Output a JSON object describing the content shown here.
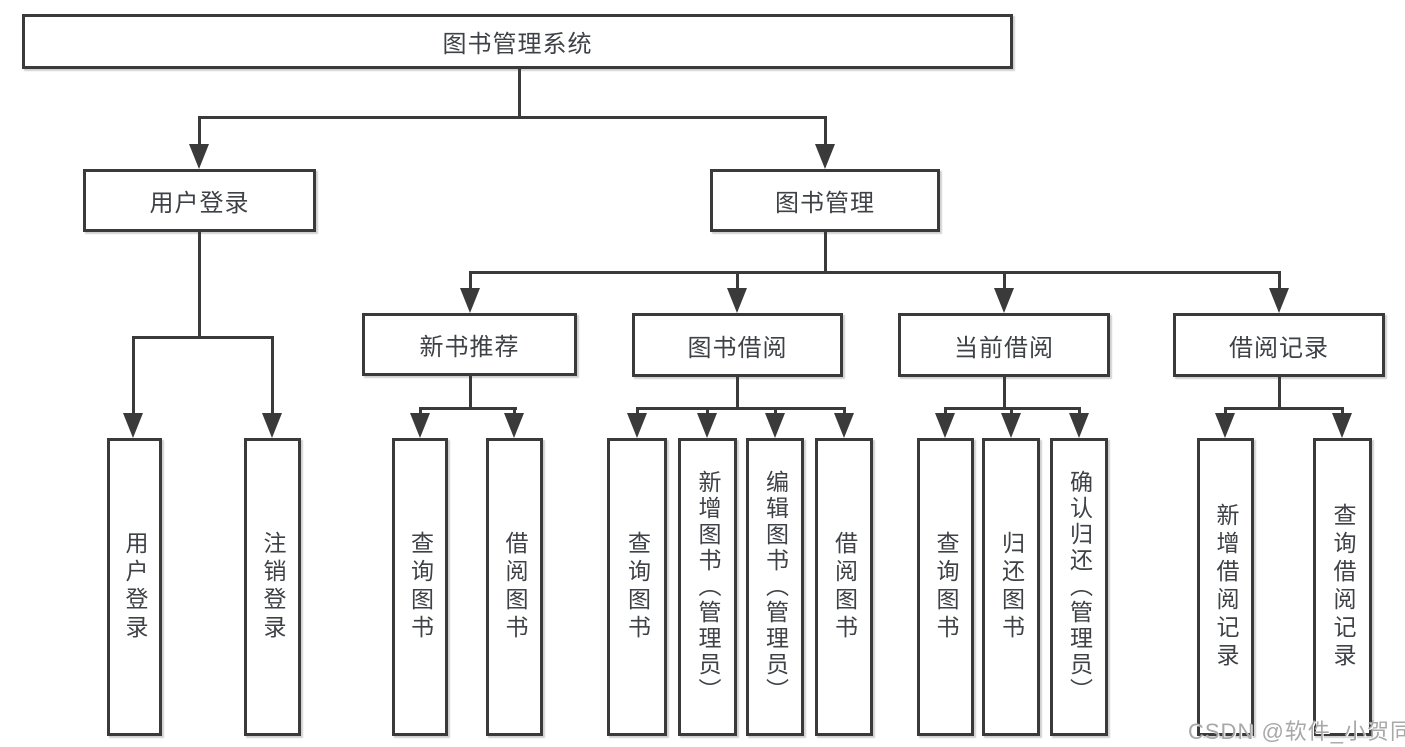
{
  "root": {
    "label": "图书管理系统"
  },
  "level2": [
    {
      "label": "用户登录"
    },
    {
      "label": "图书管理"
    }
  ],
  "level3": [
    {
      "label": "新书推荐"
    },
    {
      "label": "图书借阅"
    },
    {
      "label": "当前借阅"
    },
    {
      "label": "借阅记录"
    }
  ],
  "leaves": [
    {
      "label": "用户登录"
    },
    {
      "label": "注销登录"
    },
    {
      "label": "查询图书"
    },
    {
      "label": "借阅图书"
    },
    {
      "label": "查询图书"
    },
    {
      "label": "新增图书（管理员）"
    },
    {
      "label": "编辑图书（管理员）"
    },
    {
      "label": "借阅图书"
    },
    {
      "label": "查询图书"
    },
    {
      "label": "归还图书"
    },
    {
      "label": "确认归还（管理员）"
    },
    {
      "label": "新增借阅记录"
    },
    {
      "label": "查询借阅记录"
    }
  ],
  "watermark": {
    "text": "CSDN @软件_小贺同学"
  },
  "colors": {
    "line": "#3a3a3a",
    "text": "#3e4247",
    "watermark": "#a8a8a8",
    "background": "#ffffff"
  }
}
